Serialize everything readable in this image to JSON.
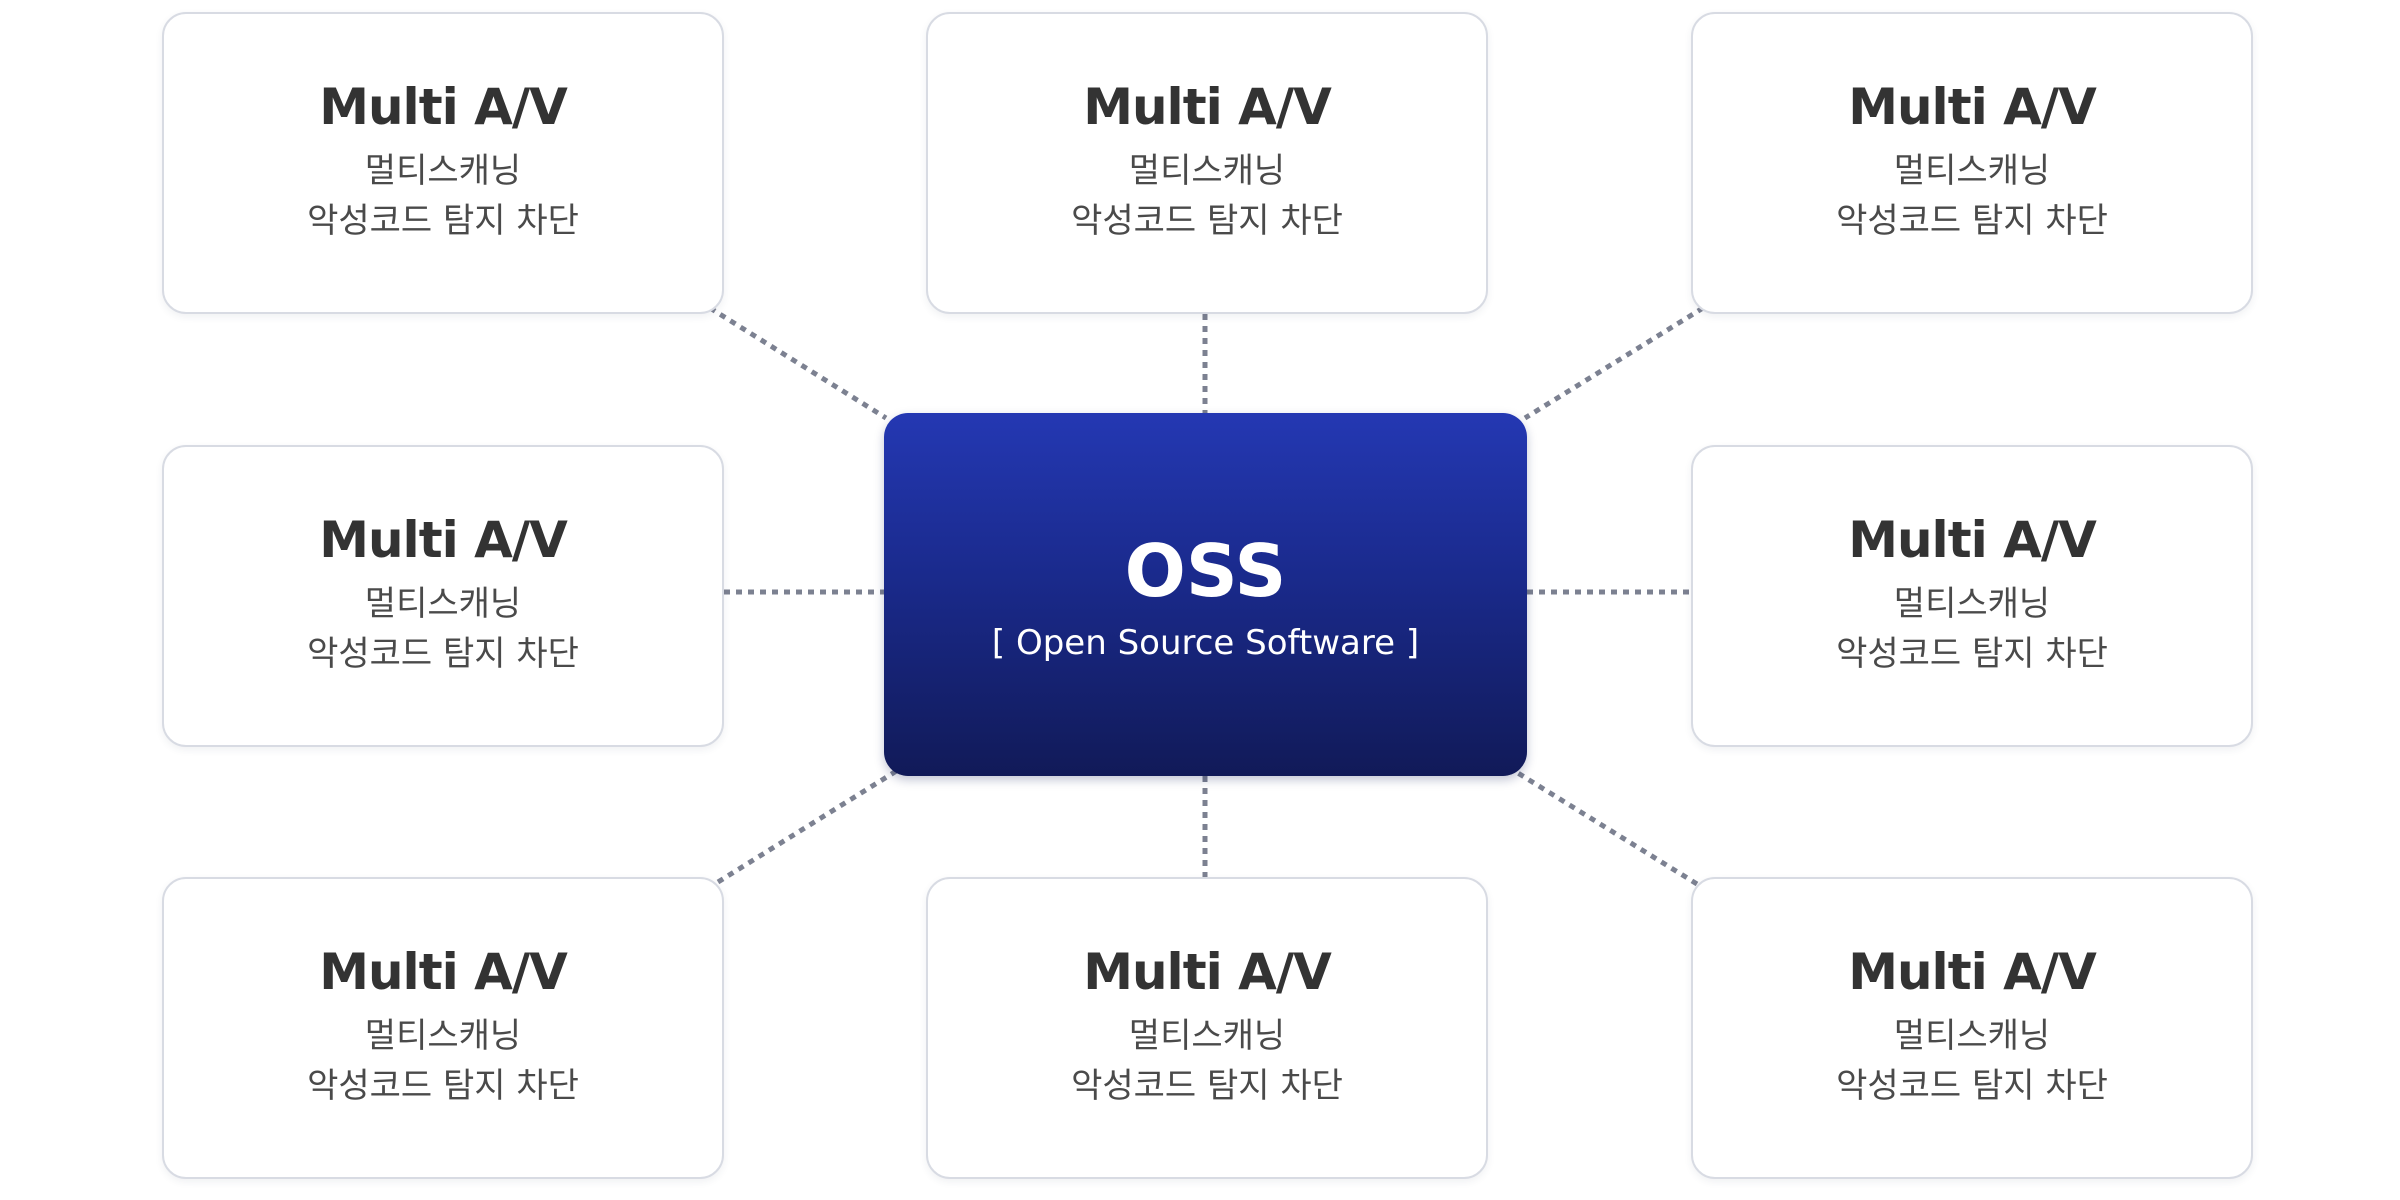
{
  "hub": {
    "title": "OSS",
    "subtitle": "[ Open Source Software ]",
    "gradient_top": "#2438b3",
    "gradient_bottom": "#111a58"
  },
  "nodes": [
    {
      "title": "Multi A/V",
      "line1": "멀티스캐닝",
      "line2": "악성코드 탐지 차단"
    },
    {
      "title": "Multi A/V",
      "line1": "멀티스캐닝",
      "line2": "악성코드 탐지 차단"
    },
    {
      "title": "Multi A/V",
      "line1": "멀티스캐닝",
      "line2": "악성코드 탐지 차단"
    },
    {
      "title": "Multi A/V",
      "line1": "멀티스캐닝",
      "line2": "악성코드 탐지 차단"
    },
    {
      "title": "Multi A/V",
      "line1": "멀티스캐닝",
      "line2": "악성코드 탐지 차단"
    },
    {
      "title": "Multi A/V",
      "line1": "멀티스캐닝",
      "line2": "악성코드 탐지 차단"
    },
    {
      "title": "Multi A/V",
      "line1": "멀티스캐닝",
      "line2": "악성코드 탐지 차단"
    },
    {
      "title": "Multi A/V",
      "line1": "멀티스캐닝",
      "line2": "악성코드 탐지 차단"
    }
  ],
  "colors": {
    "connector": "#7c8191",
    "node_border": "#d8dbe3",
    "node_title": "#333333",
    "node_text": "#4a4a4a"
  }
}
